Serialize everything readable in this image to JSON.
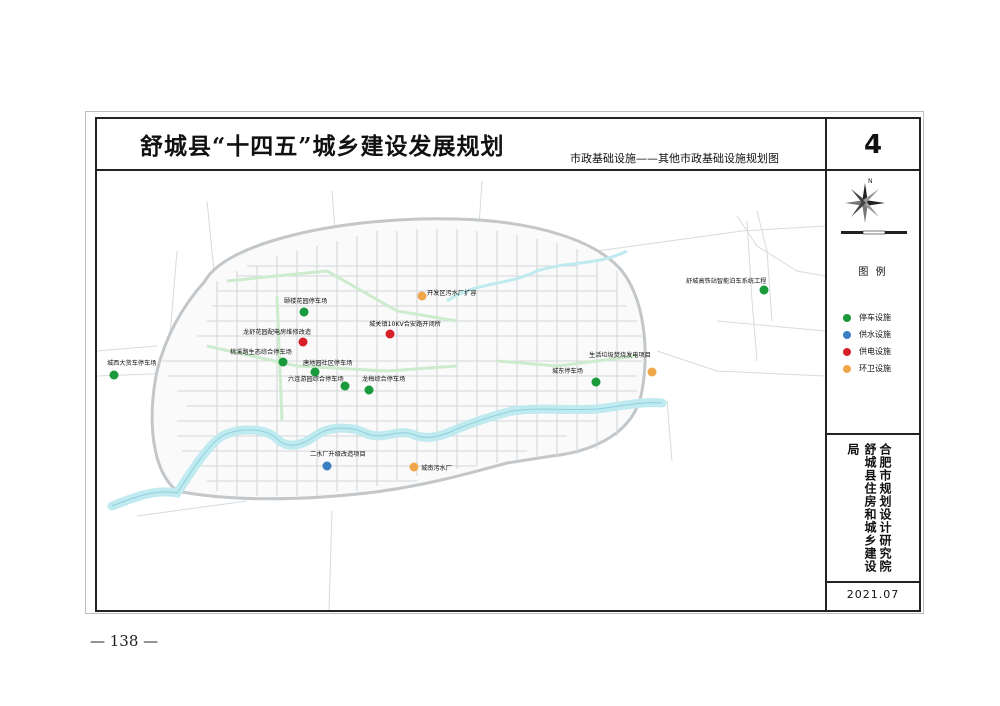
{
  "title": "舒城县“十四五”城乡建设发展规划",
  "subtitle": "市政基础设施——其他市政基础设施规划图",
  "sheet_number": "4",
  "legend": {
    "title": "图 例",
    "items": [
      {
        "label": "停车设施",
        "color": "#1a9a3a"
      },
      {
        "label": "供水设施",
        "color": "#3a7fc1"
      },
      {
        "label": "供电设施",
        "color": "#d8202a"
      },
      {
        "label": "环卫设施",
        "color": "#f0a64a"
      }
    ]
  },
  "colors": {
    "water": "#bfeaf0",
    "green_space": "#cdeccd",
    "road": "#cfd3d6"
  },
  "organizations": {
    "designer": "合肥市规划设计研究院",
    "client": "舒城县住房和城乡建设局"
  },
  "date": "2021.07",
  "page_number": "— 138 —",
  "facilities": [
    {
      "label": "舒城高铁站智能泊车系统工程",
      "type": "停车设施"
    },
    {
      "label": "开发区污水厂扩容",
      "type": "环卫设施"
    },
    {
      "label": "颐楼花园停车场",
      "type": "停车设施"
    },
    {
      "label": "城关镇10KV合安路开闭所",
      "type": "供电设施"
    },
    {
      "label": "龙舒花园配电房维修改造",
      "type": "供电设施"
    },
    {
      "label": "桃溪路生态综合停车场",
      "type": "停车设施"
    },
    {
      "label": "城西大货车停车场",
      "type": "停车设施"
    },
    {
      "label": "唐地园社区停车场",
      "type": "停车设施"
    },
    {
      "label": "六连游园综合停车场",
      "type": "停车设施"
    },
    {
      "label": "龙梅综合停车场",
      "type": "停车设施"
    },
    {
      "label": "生活垃圾焚烧发电项目",
      "type": "环卫设施"
    },
    {
      "label": "城东停车场",
      "type": "停车设施"
    },
    {
      "label": "二水厂升级改造项目",
      "type": "供水设施"
    },
    {
      "label": "城南污水厂",
      "type": "环卫设施"
    }
  ]
}
